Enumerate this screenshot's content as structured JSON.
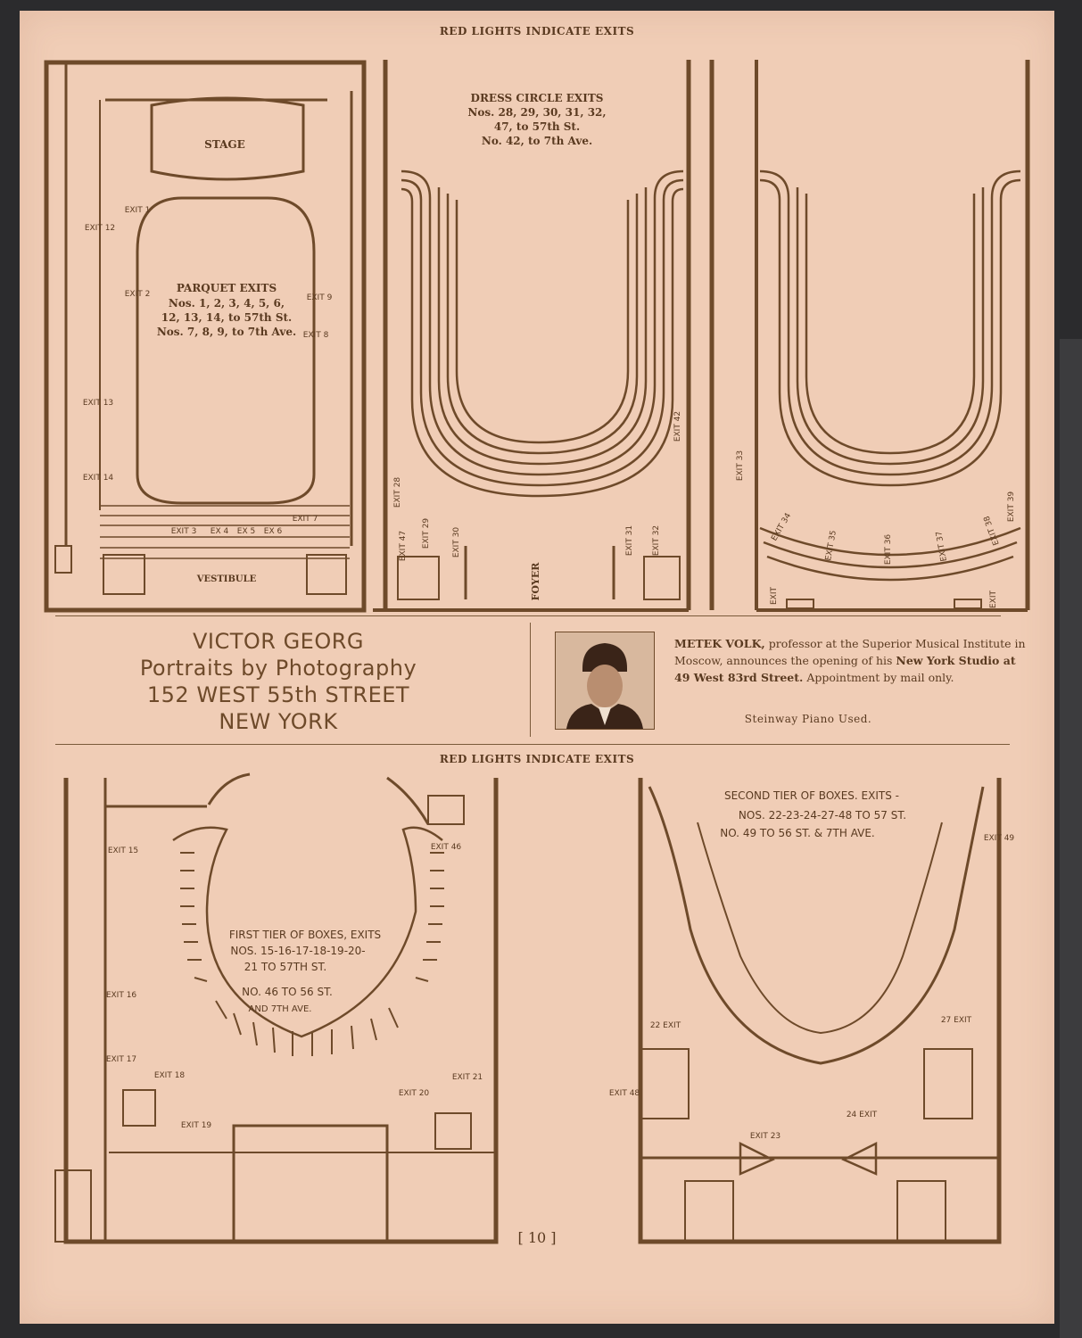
{
  "headings": {
    "top": "RED LIGHTS INDICATE EXITS",
    "bottom": "RED LIGHTS INDICATE EXITS"
  },
  "parquet_plan": {
    "stage": "STAGE",
    "title": "PARQUET EXITS",
    "lines": [
      "Nos. 1, 2, 3, 4, 5, 6,",
      "12, 13, 14, to 57th St.",
      "Nos. 7, 8, 9, to 7th Ave."
    ],
    "vestibule": "VESTIBULE",
    "exits": [
      "EXIT 1",
      "EXIT 2",
      "EXIT 3",
      "EX 4",
      "EX 5",
      "EX 6",
      "EXIT 7",
      "EXIT 8",
      "EXIT 9",
      "EXIT 12",
      "EXIT 13",
      "EXIT 14"
    ]
  },
  "dress_circle_plan": {
    "title": "DRESS CIRCLE EXITS",
    "lines": [
      "Nos. 28, 29, 30, 31, 32,",
      "47, to 57th St.",
      "No. 42, to 7th Ave."
    ],
    "foyer": "FOYER",
    "exits": [
      "EXIT 28",
      "EXIT 29",
      "EXIT 30",
      "EXIT 31",
      "EXIT 32",
      "EXIT 47",
      "EXIT 42"
    ]
  },
  "balcony_plan": {
    "exits": [
      "EXIT 33",
      "EXIT 34",
      "EXIT 35",
      "EXIT 36",
      "EXIT 37",
      "EXIT 38",
      "EXIT 39",
      "EXIT",
      "EXIT"
    ]
  },
  "advert_georg": {
    "name": "VICTOR GEORG",
    "tagline": "Portraits by Photography",
    "address": "152 WEST 55th STREET",
    "city": "NEW YORK"
  },
  "advert_volk": {
    "name": "METEK VOLK,",
    "text1": " professor at the Superior Musical Institute in Moscow, announces the opening of his ",
    "studio": "New York Studio at 49 West 83rd Street.",
    "text2": " Appointment by mail only.",
    "piano": "Steinway Piano Used."
  },
  "first_tier_plan": {
    "lines": [
      "FIRST TIER OF BOXES, EXITS",
      "NOS. 15-16-17-18-19-20-",
      "21 TO 57TH ST.",
      "NO. 46 TO 56 ST.",
      "AND 7TH AVE."
    ],
    "exits": [
      "EXIT 15",
      "EXIT 16",
      "EXIT 17",
      "EXIT 18",
      "EXIT 19",
      "EXIT 20",
      "EXIT 21",
      "EXIT 46"
    ]
  },
  "second_tier_plan": {
    "lines": [
      "SECOND TIER OF BOXES. EXITS -",
      "NOS. 22-23-24-27-48 TO 57 ST.",
      "NO. 49 TO 56 ST. & 7TH AVE."
    ],
    "exits": [
      "22 EXIT",
      "EXIT 23",
      "24 EXIT",
      "27 EXIT",
      "EXIT 48",
      "EXIT 49"
    ]
  },
  "page_number": "[ 10 ]"
}
